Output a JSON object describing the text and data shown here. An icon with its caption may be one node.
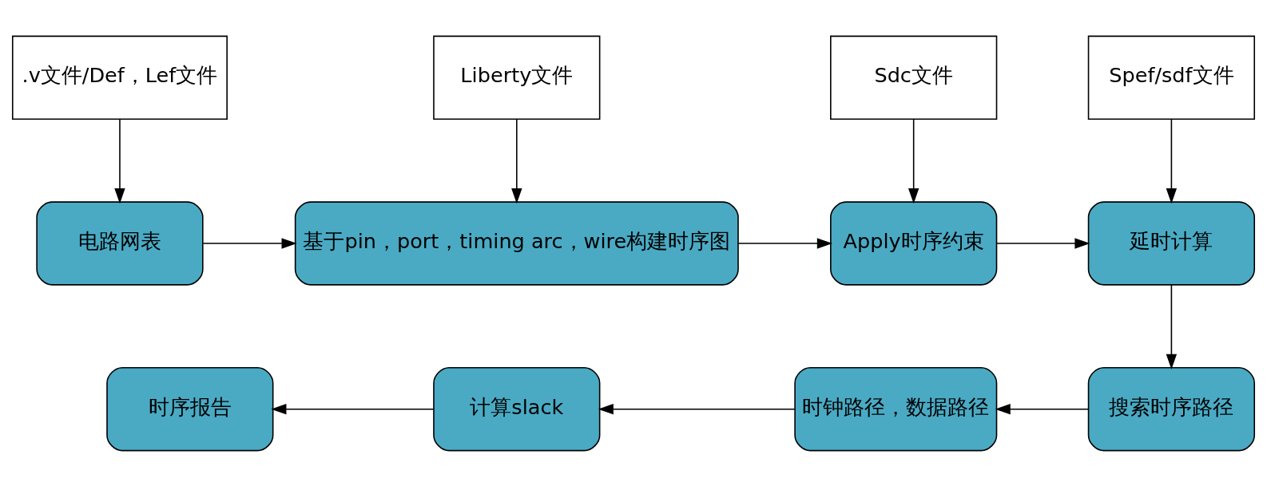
{
  "diagram": {
    "nodes": [
      {
        "text": [
          ".v文件/Def，Lef文件"
        ]
      },
      {
        "text": [
          "Liberty文件"
        ]
      },
      {
        "text": [
          "Sdc文件"
        ]
      },
      {
        "text": [
          "Spef/sdf文件"
        ]
      },
      {
        "text": [
          "电路网表"
        ]
      },
      {
        "text": [
          "基于pin，port，timing arc，wire构建时序图"
        ]
      },
      {
        "text": [
          "Apply时序约束"
        ]
      },
      {
        "text": [
          "延时计算"
        ]
      },
      {
        "text": [
          "搜索时序路径"
        ]
      },
      {
        "text": [
          "时钟路径，数据路径"
        ]
      },
      {
        "text": [
          "计算slack"
        ]
      },
      {
        "text": [
          "时序报告"
        ]
      }
    ],
    "edges": [
      {
        "from": 0,
        "to": 4,
        "arrow": "to"
      },
      {
        "from": 1,
        "to": 5,
        "arrow": "to"
      },
      {
        "from": 2,
        "to": 6,
        "arrow": "to"
      },
      {
        "from": 3,
        "to": 7,
        "arrow": "to"
      },
      {
        "from": 4,
        "to": 5,
        "arrow": "to"
      },
      {
        "from": 5,
        "to": 6,
        "arrow": "to"
      },
      {
        "from": 6,
        "to": 7,
        "arrow": "to"
      },
      {
        "from": 7,
        "to": 8,
        "arrow": "to"
      },
      {
        "from": 8,
        "to": 9,
        "arrow": "to"
      },
      {
        "from": 9,
        "to": 10,
        "arrow": "to"
      },
      {
        "from": 10,
        "to": 11,
        "arrow": "to"
      }
    ]
  }
}
